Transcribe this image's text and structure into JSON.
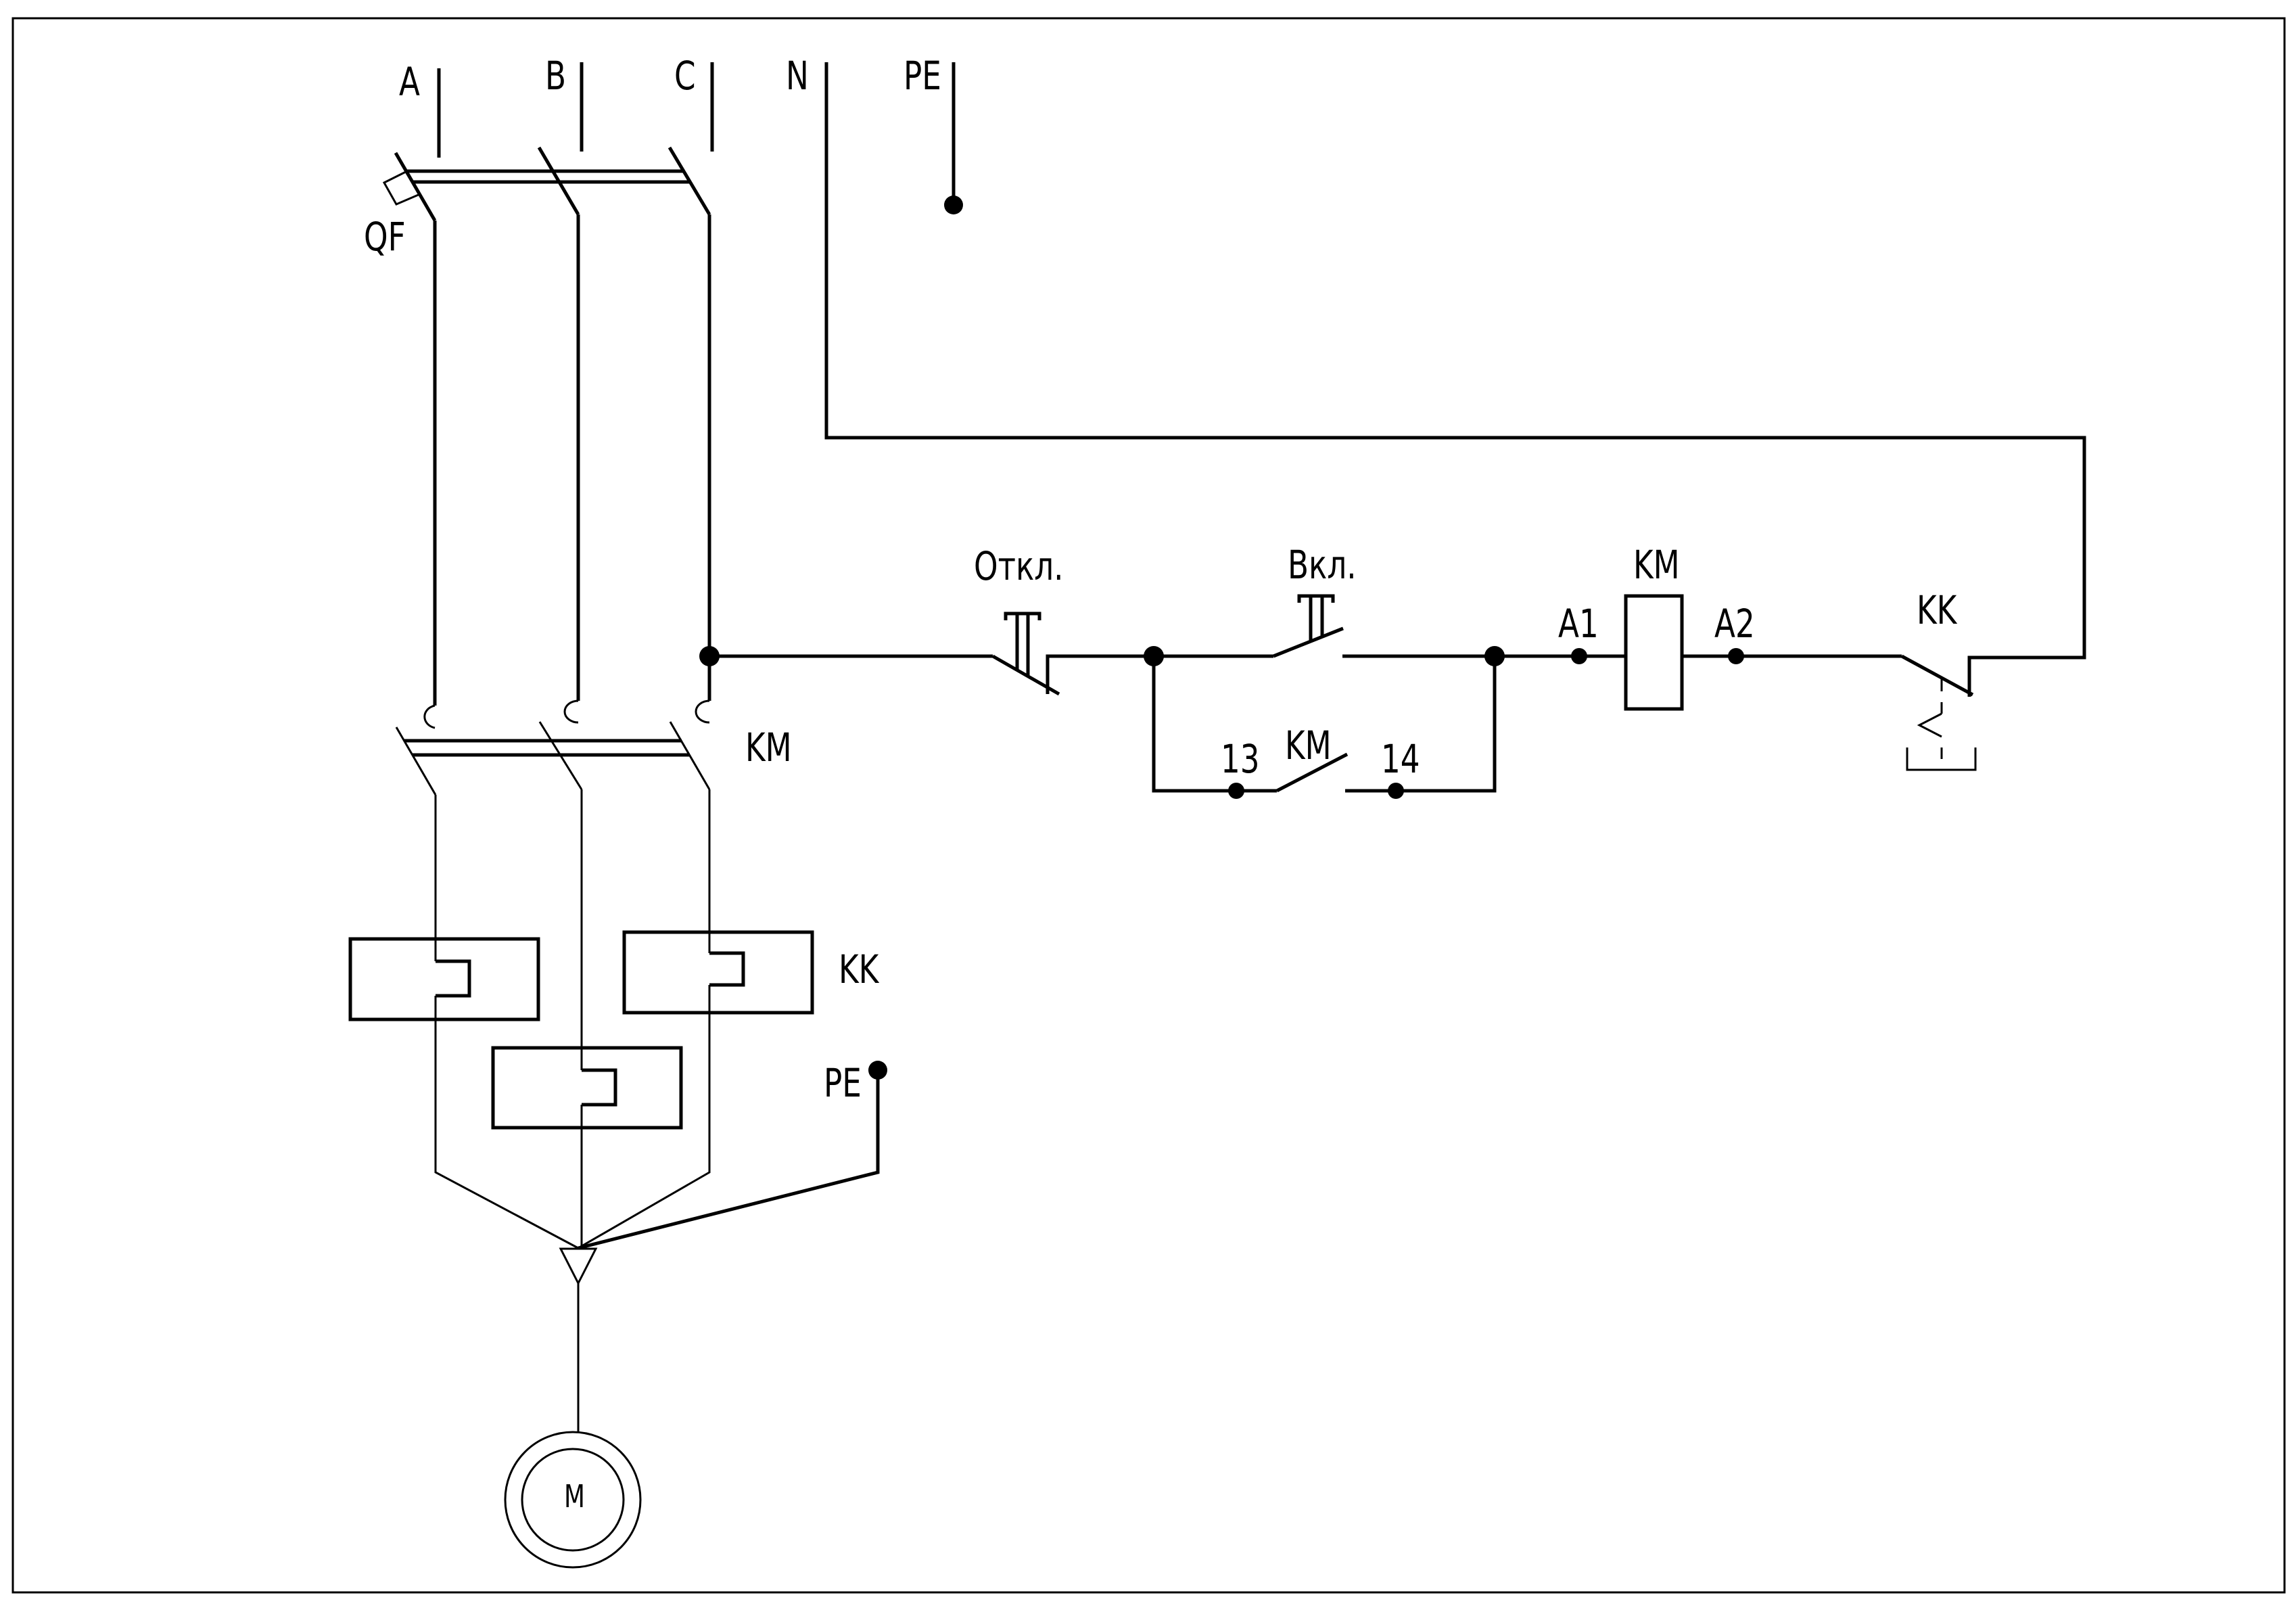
{
  "diagram": {
    "title": "",
    "type": "electrical schematic - direct-on-line motor starter",
    "colors": {
      "line": "#000000",
      "background": "#ffffff"
    },
    "supply_labels": {
      "phase_a": "A",
      "phase_b": "B",
      "phase_c": "C",
      "neutral": "N",
      "protective_earth": "PE"
    },
    "power_circuit": {
      "circuit_breaker": "QF",
      "contactor_main_contacts": "KM",
      "thermal_relay_heaters": "KK",
      "motor_pe_label": "PE",
      "motor_symbol": "M"
    },
    "control_circuit": {
      "stop_button": "Откл.",
      "start_button": "Вкл.",
      "self_hold_contact": "KM",
      "self_hold_terminal_in": "13",
      "self_hold_terminal_out": "14",
      "coil": "KM",
      "coil_terminal_1": "A1",
      "coil_terminal_2": "A2",
      "thermal_relay_contact": "KK"
    }
  }
}
